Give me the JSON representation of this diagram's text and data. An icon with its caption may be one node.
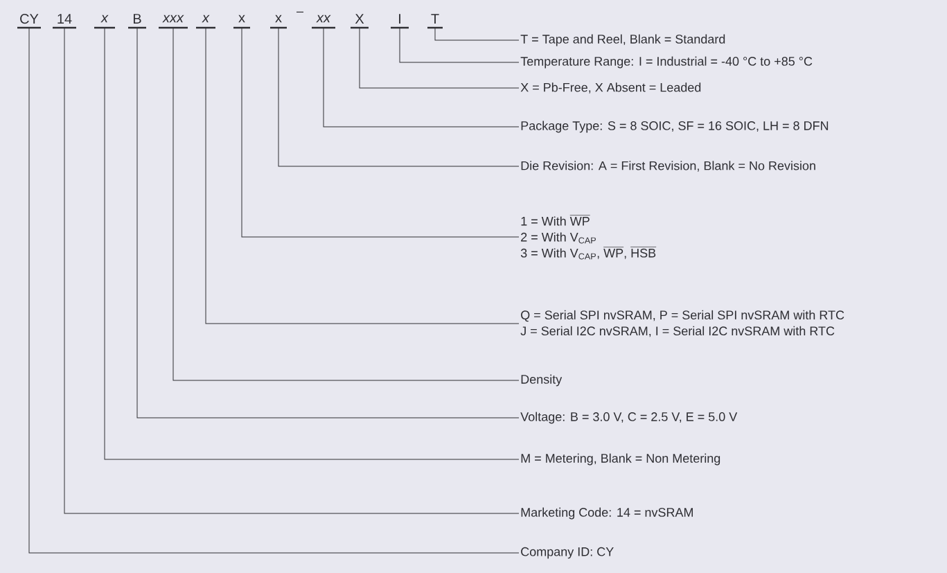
{
  "diagram": {
    "nodes": [
      {
        "text": [
          "CY"
        ]
      },
      {
        "text": [
          "14"
        ]
      },
      {
        "text": [
          "x"
        ]
      },
      {
        "text": [
          "B"
        ]
      },
      {
        "text": [
          "xxx"
        ]
      },
      {
        "text": [
          "x"
        ]
      },
      {
        "text": [
          "x"
        ]
      },
      {
        "text": [
          "x"
        ]
      },
      {
        "text": [
          "xx"
        ]
      },
      {
        "text": [
          "X"
        ]
      },
      {
        "text": [
          "I"
        ]
      },
      {
        "text": [
          "T"
        ]
      },
      {
        "text": [
          "T = Tape and Reel, Blank = Standard"
        ]
      },
      {
        "text": [
          "Temperature Range: I = Industrial = -40 °C to +85 °C"
        ]
      },
      {
        "text": [
          "X = Pb-Free, X Absent = Leaded"
        ]
      },
      {
        "text": [
          "Package Type: S = 8 SOIC, SF = 16 SOIC, LH = 8 DFN"
        ]
      },
      {
        "text": [
          "Die Revision: A = First Revision, Blank = No Revision"
        ]
      },
      {
        "text": [
          "\\text{1 = With }\\overline{\\text{WP}}",
          "2 = With V$_{CAP}$",
          "\\text{3 = With V}_{\\text{CAP}}\\text{, }\\overline{\\text{WP}}\\text{, }\\overline{\\text{HSB}}"
        ]
      },
      {
        "text": [
          "Q = Serial SPI nvSRAM, P = Serial SPI nvSRAM with RTC",
          "J = Serial I2C nvSRAM, I = Serial I2C nvSRAM with RTC"
        ]
      },
      {
        "text": [
          "Density"
        ]
      },
      {
        "text": [
          "Voltage: B = 3.0 V, C = 2.5 V, E = 5.0 V"
        ]
      },
      {
        "text": [
          "M = Metering, Blank = Non Metering"
        ]
      },
      {
        "text": [
          "Marketing Code: 14 = nvSRAM"
        ]
      },
      {
        "text": [
          "Company ID: CY"
        ]
      }
    ],
    "edges": [
      {
        "from": 11,
        "to": 12,
        "arrow": "none"
      },
      {
        "from": 10,
        "to": 13,
        "arrow": "none"
      },
      {
        "from": 9,
        "to": 14,
        "arrow": "none"
      },
      {
        "from": 8,
        "to": 15,
        "arrow": "none"
      },
      {
        "from": 7,
        "to": 16,
        "arrow": "none"
      },
      {
        "from": 6,
        "to": 17,
        "arrow": "none"
      },
      {
        "from": 5,
        "to": 18,
        "arrow": "none"
      },
      {
        "from": 4,
        "to": 19,
        "arrow": "none"
      },
      {
        "from": 3,
        "to": 20,
        "arrow": "none"
      },
      {
        "from": 2,
        "to": 21,
        "arrow": "none"
      },
      {
        "from": 1,
        "to": 22,
        "arrow": "none"
      },
      {
        "from": 0,
        "to": 23,
        "arrow": "none"
      }
    ],
    "labels": [
      "–"
    ]
  }
}
